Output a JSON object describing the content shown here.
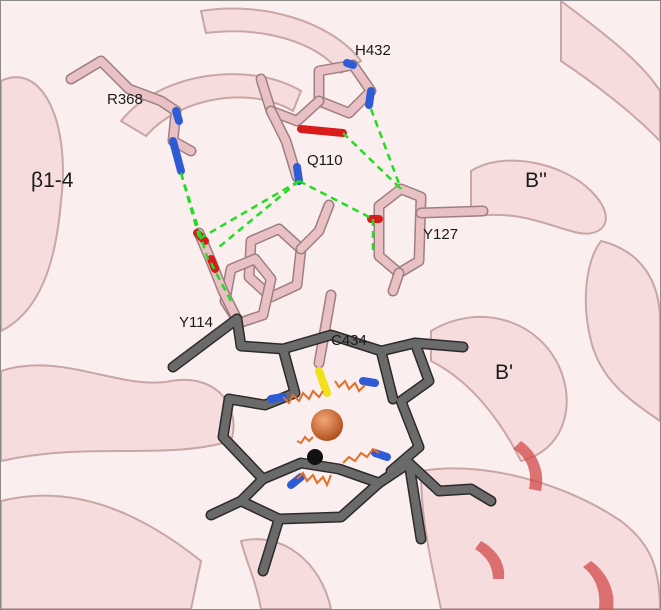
{
  "labels": {
    "R368": "R368",
    "H432": "H432",
    "Q110": "Q110",
    "Y127": "Y127",
    "Y114": "Y114",
    "C434": "C434",
    "B_double_prime": "B''",
    "B_prime": "B'",
    "beta14": "β1-4"
  },
  "colors": {
    "background": "#fbeeee",
    "ribbon": "#f6dcdc",
    "ribbon_edge": "#c9a6a6",
    "ribbon_dark": "#d24a4a",
    "residue": "#e9c1c4",
    "residue_edge": "#9d7f82",
    "heme": "#5a5a5a",
    "nitrogen": "#2f5bd6",
    "oxygen": "#d81c1c",
    "sulfur": "#f0e11a",
    "iron": "#d96b2b",
    "hbond": "#22dd22",
    "coordination": "#e0702a"
  }
}
